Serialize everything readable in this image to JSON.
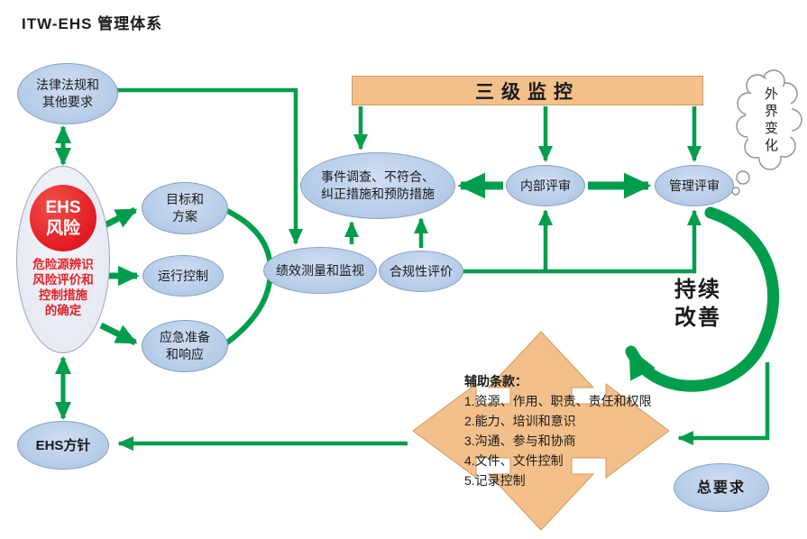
{
  "title": "ITW-EHS 管理体系",
  "colors": {
    "arrow_green": "#009e4c",
    "node_blue": "#b7cde9",
    "accent_orange": "#f3c08b",
    "risk_red": "#e32328"
  },
  "nodes": {
    "legal_requirements": {
      "line1": "法律法规和",
      "line2": "其他要求"
    },
    "ehs_risk": {
      "badge_line1": "EHS",
      "badge_line2": "风险",
      "desc": [
        "危险源辨识",
        "风险评价和",
        "控制措施",
        "的确定"
      ]
    },
    "objectives_plans": {
      "line1": "目标和",
      "line2": "方案"
    },
    "operational_control": {
      "label": "运行控制"
    },
    "emergency_preparedness": {
      "line1": "应急准备",
      "line2": "和响应"
    },
    "performance_monitoring": {
      "label": "绩效测量和监视"
    },
    "compliance_evaluation": {
      "label": "合规性评价"
    },
    "incident_investigation": {
      "line1": "事件调查、不符合、",
      "line2": "纠正措施和预防措施"
    },
    "three_level_monitoring": {
      "label": "三级监控"
    },
    "internal_review": {
      "label": "内部评审"
    },
    "management_review": {
      "label": "管理评审"
    },
    "external_change": {
      "label": "外界变化"
    },
    "continuous_improvement": {
      "line1": "持续",
      "line2": "改善"
    },
    "auxiliary_clauses": {
      "title": "辅助条款：",
      "items": [
        "1.资源、作用、职责、责任和权限",
        "2.能力、培训和意识",
        "3.沟通、参与和协商",
        "4.文件、文件控制",
        "5.记录控制"
      ]
    },
    "ehs_policy": {
      "label": "EHS方针"
    },
    "general_requirements": {
      "label": "总要求"
    }
  }
}
